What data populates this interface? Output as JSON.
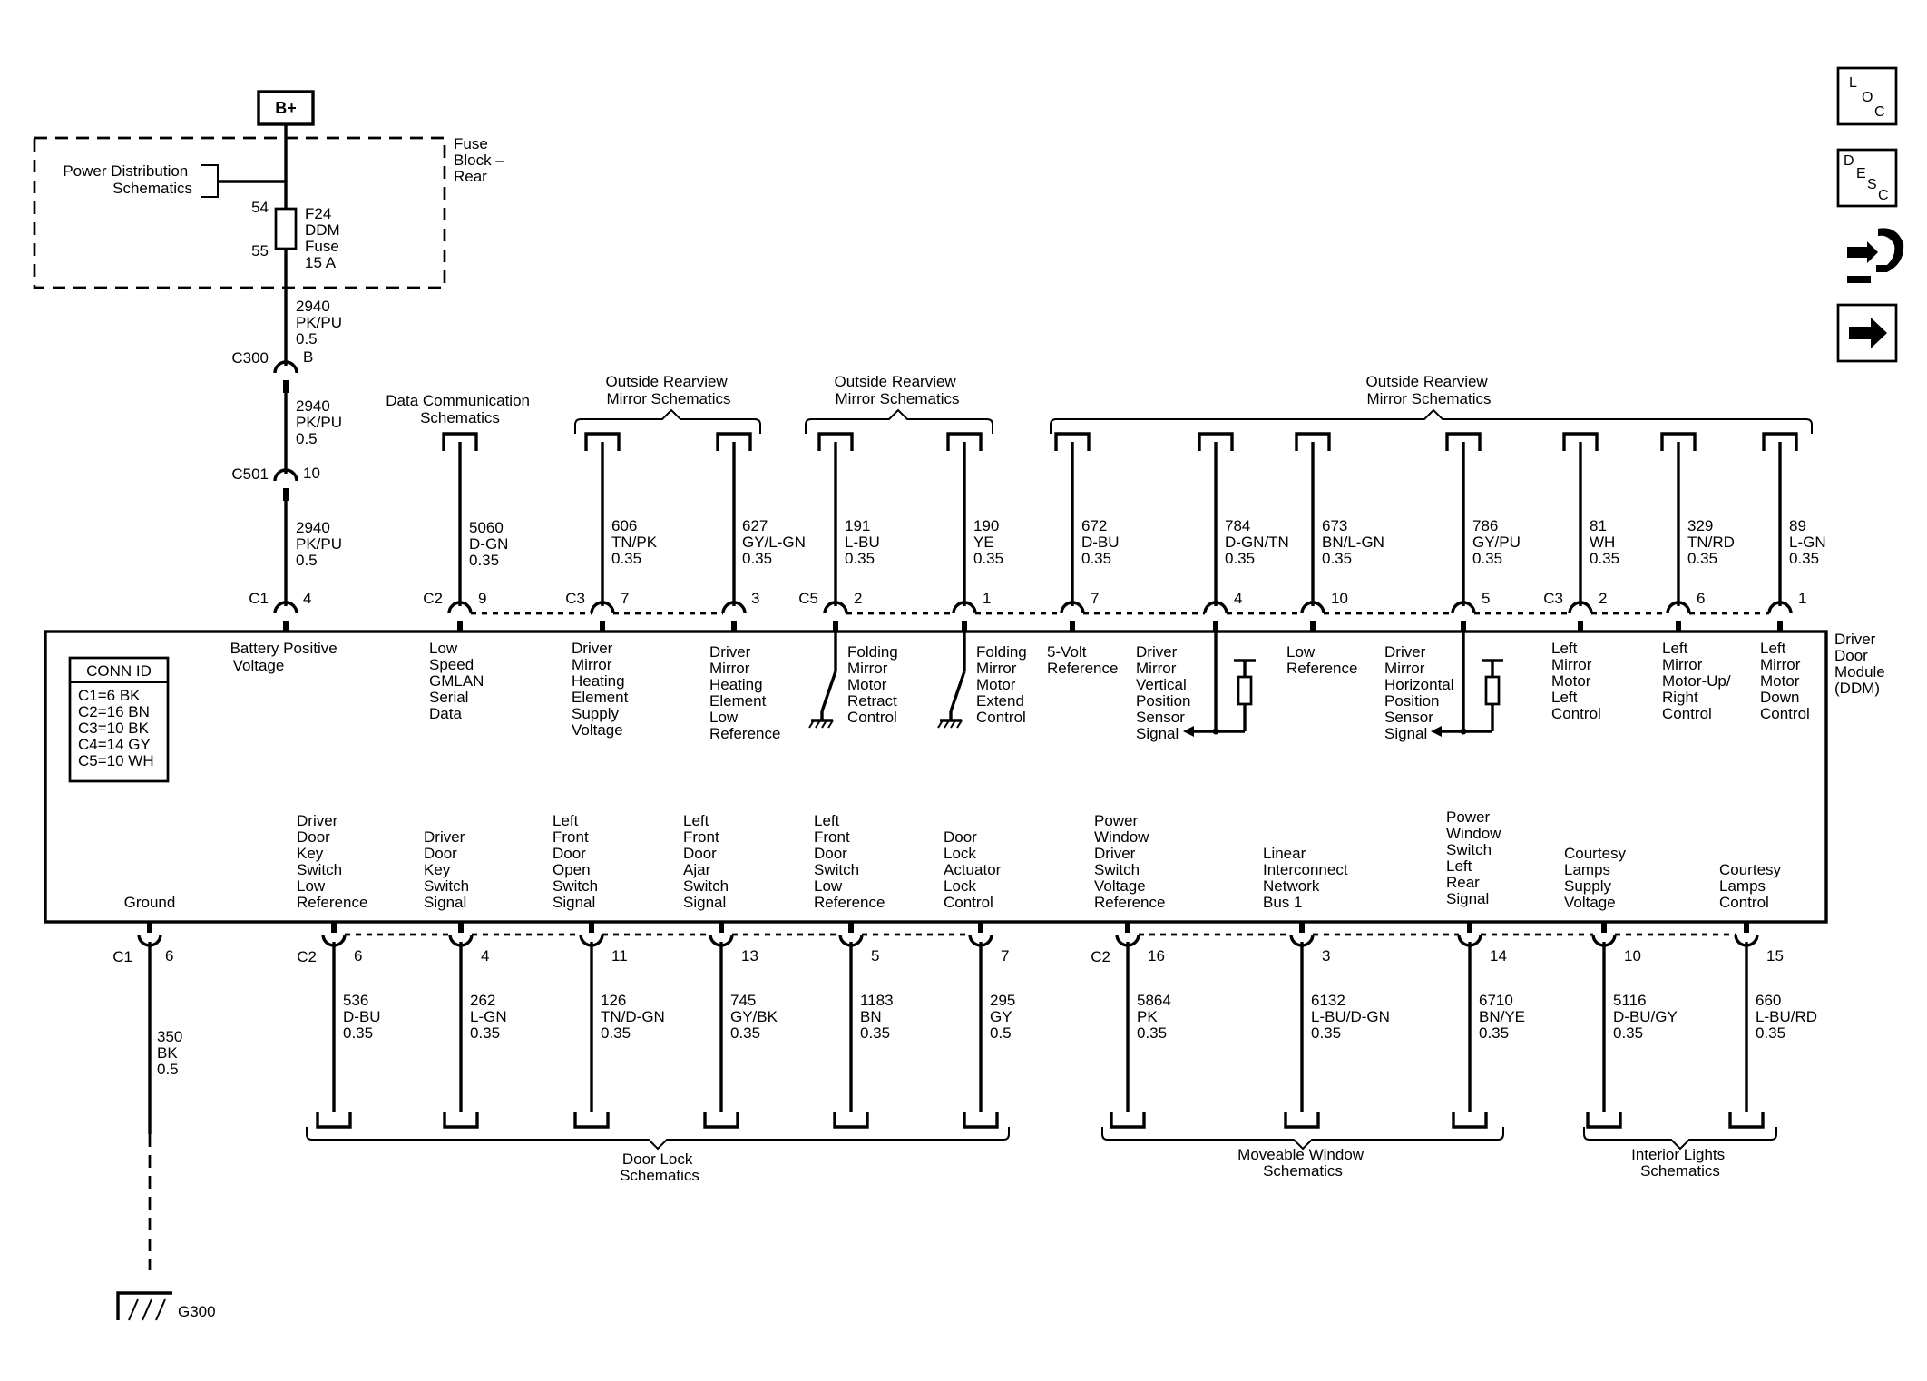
{
  "power": {
    "source": "B+"
  },
  "fuse_block": {
    "title": [
      "Fuse",
      "Block –",
      "Rear"
    ],
    "power_dist": [
      "Power Distribution",
      "Schematics"
    ],
    "pin_in": "54",
    "pin_out": "55",
    "fuse": [
      "F24",
      "DDM",
      "Fuse",
      "15 A"
    ]
  },
  "feed": {
    "seg1": [
      "2940",
      "PK/PU",
      "0.5"
    ],
    "c300": {
      "name": "C300",
      "pin": "B"
    },
    "seg2": [
      "2940",
      "PK/PU",
      "0.5"
    ],
    "c501": {
      "name": "C501",
      "pin": "10"
    },
    "seg3": [
      "2940",
      "PK/PU",
      "0.5"
    ]
  },
  "refs_top": {
    "data_comm": [
      "Data Communication",
      "Schematics"
    ],
    "mirror_a": [
      "Outside Rearview",
      "Mirror Schematics"
    ],
    "mirror_b": [
      "Outside Rearview",
      "Mirror Schematics"
    ],
    "mirror_c": [
      "Outside Rearview",
      "Mirror Schematics"
    ]
  },
  "top_wires": [
    {
      "id": "w4",
      "wire": [
        "2940",
        "PK/PU",
        "0.5"
      ],
      "conn": "C1",
      "pin": "4",
      "func": [
        "Battery Positive",
        "Voltage"
      ]
    },
    {
      "id": "w9",
      "wire": [
        "5060",
        "D-GN",
        "0.35"
      ],
      "conn": "C2",
      "pin": "9",
      "func": [
        "Low",
        "Speed",
        "GMLAN",
        "Serial",
        "Data"
      ]
    },
    {
      "id": "w606",
      "wire": [
        "606",
        "TN/PK",
        "0.35"
      ],
      "conn": "C3",
      "pin": "7",
      "func": [
        "Driver",
        "Mirror",
        "Heating",
        "Element",
        "Supply",
        "Voltage"
      ]
    },
    {
      "id": "w627",
      "wire": [
        "627",
        "GY/L-GN",
        "0.35"
      ],
      "conn": "",
      "pin": "3",
      "func": [
        "Driver",
        "Mirror",
        "Heating",
        "Element",
        "Low",
        "Reference"
      ]
    },
    {
      "id": "w191",
      "wire": [
        "191",
        "L-BU",
        "0.35"
      ],
      "conn": "C5",
      "pin": "2",
      "func": [
        "Folding",
        "Mirror",
        "Motor",
        "Retract",
        "Control"
      ]
    },
    {
      "id": "w190",
      "wire": [
        "190",
        "YE",
        "0.35"
      ],
      "conn": "",
      "pin": "1",
      "func": [
        "Folding",
        "Mirror",
        "Motor",
        "Extend",
        "Control"
      ]
    },
    {
      "id": "w672",
      "wire": [
        "672",
        "D-BU",
        "0.35"
      ],
      "conn": "",
      "pin": "7",
      "func": [
        "5-Volt",
        "Reference"
      ]
    },
    {
      "id": "w784",
      "wire": [
        "784",
        "D-GN/TN",
        "0.35"
      ],
      "conn": "",
      "pin": "4",
      "func": [
        "Driver",
        "Mirror",
        "Vertical",
        "Position",
        "Sensor",
        "Signal"
      ]
    },
    {
      "id": "w673",
      "wire": [
        "673",
        "BN/L-GN",
        "0.35"
      ],
      "conn": "",
      "pin": "10",
      "func": [
        "Low",
        "Reference"
      ]
    },
    {
      "id": "w786",
      "wire": [
        "786",
        "GY/PU",
        "0.35"
      ],
      "conn": "",
      "pin": "5",
      "func": [
        "Driver",
        "Mirror",
        "Horizontal",
        "Position",
        "Sensor",
        "Signal"
      ]
    },
    {
      "id": "w81",
      "wire": [
        "81",
        "WH",
        "0.35"
      ],
      "conn": "C3",
      "pin": "2",
      "func": [
        "Left",
        "Mirror",
        "Motor",
        "Left",
        "Control"
      ]
    },
    {
      "id": "w329",
      "wire": [
        "329",
        "TN/RD",
        "0.35"
      ],
      "conn": "",
      "pin": "6",
      "func": [
        "Left",
        "Mirror",
        "Motor-Up/",
        "Right",
        "Control"
      ]
    },
    {
      "id": "w89",
      "wire": [
        "89",
        "L-GN",
        "0.35"
      ],
      "conn": "",
      "pin": "1",
      "func": [
        "Left",
        "Mirror",
        "Motor",
        "Down",
        "Control"
      ]
    }
  ],
  "module": {
    "name": [
      "Driver",
      "Door",
      "Module",
      "(DDM)"
    ],
    "conn_id": [
      "CONN ID",
      "C1=6 BK",
      "C2=16 BN",
      "C3=10 BK",
      "C4=14 GY",
      "C5=10 WH"
    ]
  },
  "bottom_wires": [
    {
      "id": "b350",
      "wire": [
        "350",
        "BK",
        "0.5"
      ],
      "conn": "C1",
      "pin": "6",
      "func": [
        "Ground"
      ]
    },
    {
      "id": "b536",
      "wire": [
        "536",
        "D-BU",
        "0.35"
      ],
      "conn": "C2",
      "pin": "6",
      "func": [
        "Driver",
        "Door",
        "Key",
        "Switch",
        "Low",
        "Reference"
      ]
    },
    {
      "id": "b262",
      "wire": [
        "262",
        "L-GN",
        "0.35"
      ],
      "conn": "",
      "pin": "4",
      "func": [
        "Driver",
        "Door",
        "Key",
        "Switch",
        "Signal"
      ]
    },
    {
      "id": "b126",
      "wire": [
        "126",
        "TN/D-GN",
        "0.35"
      ],
      "conn": "",
      "pin": "11",
      "func": [
        "Left",
        "Front",
        "Door",
        "Open",
        "Switch",
        "Signal"
      ]
    },
    {
      "id": "b745",
      "wire": [
        "745",
        "GY/BK",
        "0.35"
      ],
      "conn": "",
      "pin": "13",
      "func": [
        "Left",
        "Front",
        "Door",
        "Ajar",
        "Switch",
        "Signal"
      ]
    },
    {
      "id": "b1183",
      "wire": [
        "1183",
        "BN",
        "0.35"
      ],
      "conn": "",
      "pin": "5",
      "func": [
        "Left",
        "Front",
        "Door",
        "Switch",
        "Low",
        "Reference"
      ]
    },
    {
      "id": "b295",
      "wire": [
        "295",
        "GY",
        "0.5"
      ],
      "conn": "",
      "pin": "7",
      "func": [
        "Door",
        "Lock",
        "Actuator",
        "Lock",
        "Control"
      ]
    },
    {
      "id": "b5864",
      "wire": [
        "5864",
        "PK",
        "0.35"
      ],
      "conn": "C2",
      "pin": "16",
      "func": [
        "Power",
        "Window",
        "Driver",
        "Switch",
        "Voltage",
        "Reference"
      ]
    },
    {
      "id": "b6132",
      "wire": [
        "6132",
        "L-BU/D-GN",
        "0.35"
      ],
      "conn": "",
      "pin": "3",
      "func": [
        "Linear",
        "Interconnect",
        "Network",
        "Bus 1"
      ]
    },
    {
      "id": "b6710",
      "wire": [
        "6710",
        "BN/YE",
        "0.35"
      ],
      "conn": "",
      "pin": "14",
      "func": [
        "Power",
        "Window",
        "Switch",
        "Left",
        "Rear",
        "Signal"
      ]
    },
    {
      "id": "b5116",
      "wire": [
        "5116",
        "D-BU/GY",
        "0.35"
      ],
      "conn": "",
      "pin": "10",
      "func": [
        "Courtesy",
        "Lamps",
        "Supply",
        "Voltage"
      ]
    },
    {
      "id": "b660",
      "wire": [
        "660",
        "L-BU/RD",
        "0.35"
      ],
      "conn": "",
      "pin": "15",
      "func": [
        "Courtesy",
        "Lamps",
        "Control"
      ]
    }
  ],
  "refs_bottom": {
    "door_lock": [
      "Door Lock",
      "Schematics"
    ],
    "window": [
      "Moveable Window",
      "Schematics"
    ],
    "lights": [
      "Interior Lights",
      "Schematics"
    ]
  },
  "ground": {
    "name": "G300"
  },
  "nav": [
    {
      "id": "loc",
      "letters": [
        "L",
        "O",
        "C"
      ]
    },
    {
      "id": "desc",
      "letters": [
        "D",
        "E",
        "S",
        "C"
      ]
    }
  ]
}
